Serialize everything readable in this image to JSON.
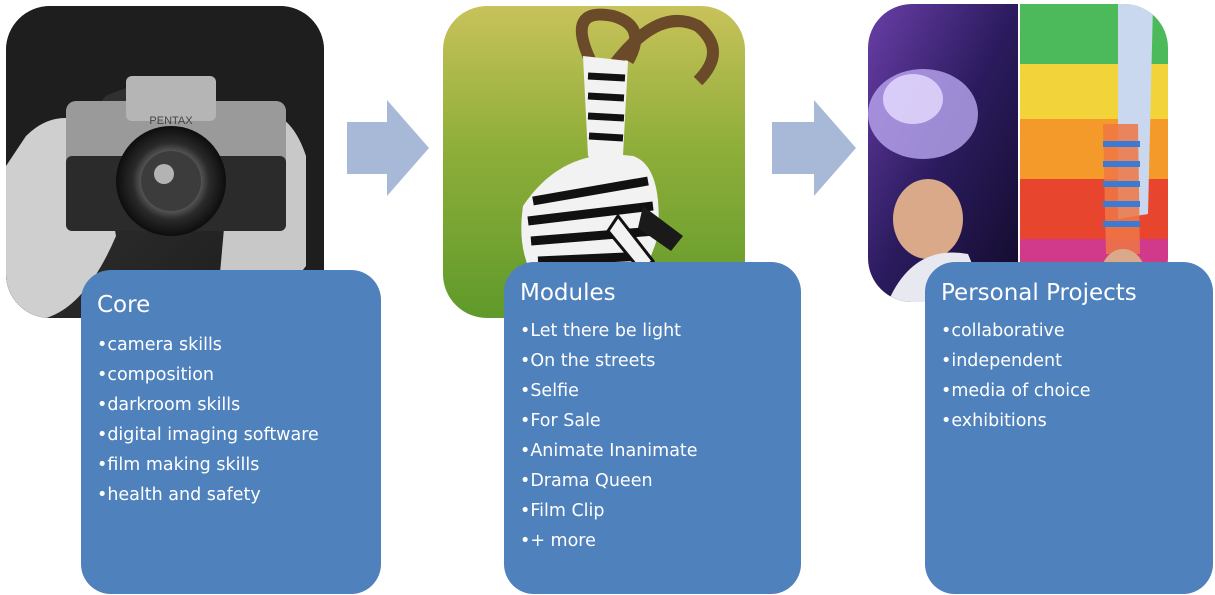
{
  "stages": [
    {
      "title": "Core",
      "items": [
        "camera skills",
        "composition",
        "darkroom skills",
        "digital imaging software",
        "film making skills",
        "health and safety"
      ],
      "image": "camera-photo"
    },
    {
      "title": "Modules",
      "items": [
        "Let there be light",
        "On the streets",
        "Selfie",
        "For Sale",
        "Animate Inanimate",
        "Drama Queen",
        "Film Clip",
        "+ more"
      ],
      "image": "zebra-ram-photo"
    },
    {
      "title": "Personal Projects",
      "items": [
        "collaborative",
        "independent",
        "media of choice",
        "exhibitions"
      ],
      "image": "personal-projects-photo"
    }
  ],
  "arrows": [
    "arrow-right-icon",
    "arrow-right-icon"
  ],
  "colors": {
    "card": "#4f81bd",
    "arrow": "#a7b9d6",
    "text": "#ffffff"
  }
}
